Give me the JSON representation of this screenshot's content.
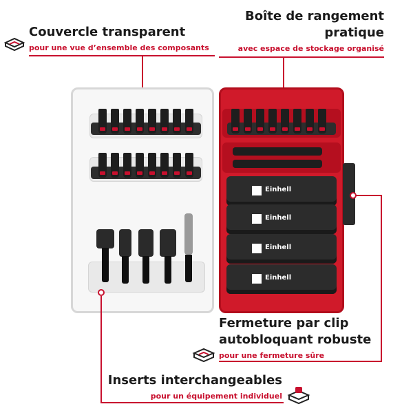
{
  "callouts": {
    "lid": {
      "title": "Couvercle transparent",
      "subtitle": "pour une vue d’ensemble des composants",
      "icon": "case-outline-icon"
    },
    "storage": {
      "title_line1": "Boîte de rangement",
      "title_line2": "pratique",
      "subtitle": "avec espace de stockage organisé"
    },
    "clip": {
      "title_line1": "Fermeture par clip",
      "title_line2": "autobloquant robuste",
      "subtitle": "pour une fermeture sûre",
      "icon": "closed-case-icon"
    },
    "inserts": {
      "title": "Inserts interchangeables",
      "subtitle": "pour un équipement individuel",
      "icon": "insert-tray-icon"
    }
  },
  "product": {
    "brand_label": "Einhell"
  },
  "colors": {
    "accent": "#c8102e",
    "text": "#1a1a1a"
  }
}
